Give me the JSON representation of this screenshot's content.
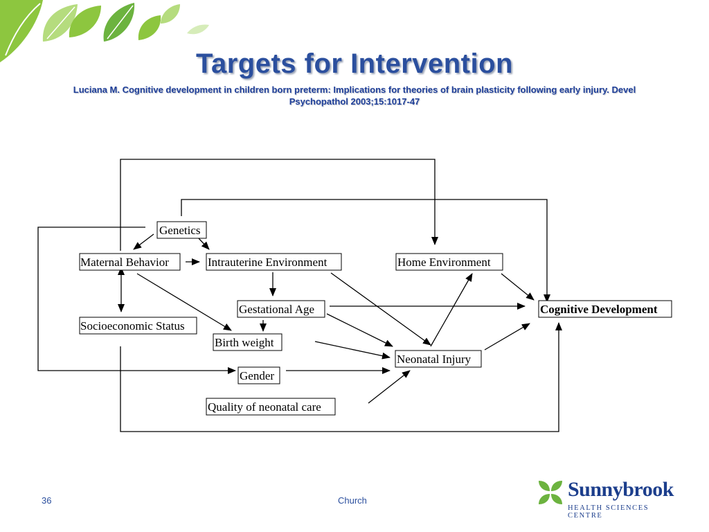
{
  "slide": {
    "title": "Targets for Intervention",
    "citation_line1": "Luciana M. Cognitive development in children born preterm: Implications for theories of brain plasticity following early injury. Devel",
    "citation_line2": "Psychopathol 2003;15:1017-47",
    "slide_number": "36",
    "footer_text": "Church"
  },
  "logo": {
    "name": "Sunnybrook",
    "subtitle": "HEALTH SCIENCES CENTRE",
    "brand_color": "#1c3e8c",
    "leaf_color": "#6cb33f"
  },
  "theme": {
    "title_color": "#2b4f9e",
    "decor_leaf_colors": [
      "#8dc63f",
      "#b5dc7e",
      "#d6ecb9"
    ]
  },
  "diagram": {
    "nodes": {
      "genetics": "Genetics",
      "maternal_behavior": "Maternal Behavior",
      "intrauterine_environment": "Intrauterine Environment",
      "home_environment": "Home Environment",
      "socioeconomic_status": "Socioeconomic Status",
      "gestational_age": "Gestational Age",
      "cognitive_development": "Cognitive Development",
      "birth_weight": "Birth weight",
      "neonatal_injury": "Neonatal Injury",
      "gender": "Gender",
      "quality_of_neonatal_care": "Quality of neonatal care"
    }
  }
}
